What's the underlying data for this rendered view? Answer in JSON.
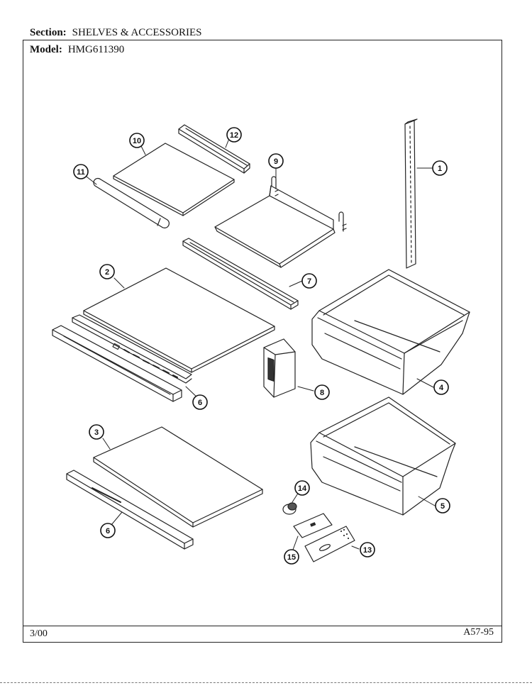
{
  "header": {
    "section_label": "Section:",
    "section_value": "SHELVES & ACCESSORIES",
    "model_label": "Model:",
    "model_value": "HMG611390"
  },
  "footer": {
    "date": "3/00",
    "code": "A57-95"
  },
  "callouts": [
    "1",
    "2",
    "3",
    "4",
    "5",
    "6",
    "6",
    "7",
    "8",
    "9",
    "10",
    "11",
    "12",
    "13",
    "14",
    "15"
  ]
}
